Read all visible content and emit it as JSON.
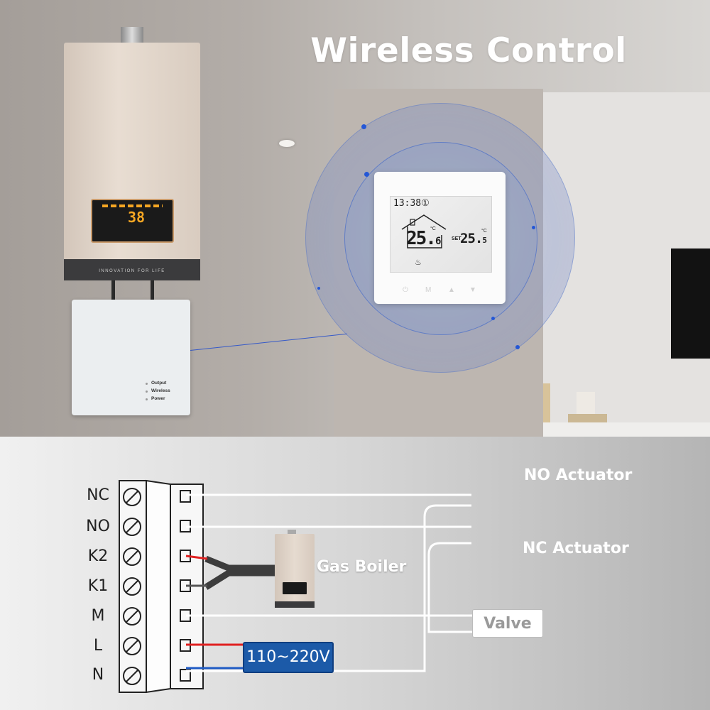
{
  "title": "Wireless Control",
  "boiler": {
    "display_temp": "38",
    "tagline": "INNOVATION FOR LIFE"
  },
  "receiver": {
    "indicators": [
      "Output",
      "Wireless",
      "Power"
    ]
  },
  "thermostat": {
    "time": "13:38",
    "schedule_mark": "①",
    "room_temp_main": "25.",
    "room_temp_decimal": "6",
    "unit": "°C",
    "set_label": "SET",
    "set_temp_main": "25.",
    "set_temp_decimal": "5"
  },
  "terminals": [
    "NC",
    "NO",
    "K2",
    "K1",
    "M",
    "L",
    "N"
  ],
  "wiring_labels": {
    "no_actuator": "NO Actuator",
    "nc_actuator": "NC Actuator",
    "gas_boiler": "Gas Boiler",
    "valve": "Valve",
    "voltage": "110~220V"
  },
  "colors": {
    "live_wire": "#e02020",
    "neutral_wire": "#1f5bc4",
    "signal_wire": "#ffffff",
    "halo": "#3c64c8"
  }
}
